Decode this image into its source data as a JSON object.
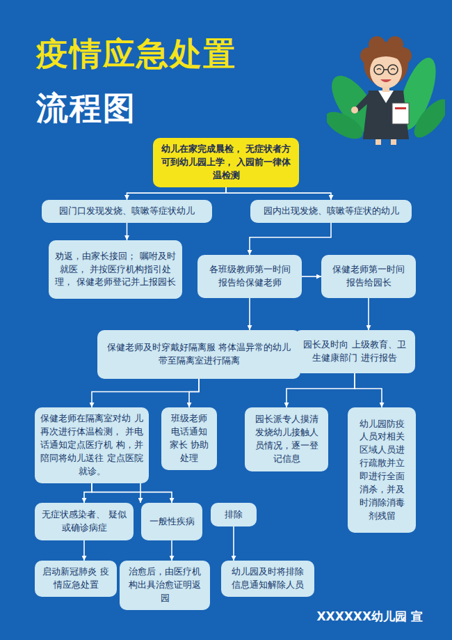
{
  "diagram": {
    "title": "疫情应急处置 流程图",
    "nodes": [
      {
        "text": [
          "幼儿在家完成晨检， 无症状者方可到幼儿园上学， 入园前一律体温检测"
        ]
      },
      {
        "text": [
          "园门口发现发烧、咳嗽等症状幼儿"
        ]
      },
      {
        "text": [
          "园内出现发烧、咳嗽等症状的幼儿"
        ]
      },
      {
        "text": [
          "劝返，由家长接回； 嘱咐及时就医， 并按医疗机构指引处理， 保健老师登记并上报园长"
        ]
      },
      {
        "text": [
          "各班级教师第一时间 报告给保健老师"
        ]
      },
      {
        "text": [
          "保健老师第一时间 报告给园长"
        ]
      },
      {
        "text": [
          "保健老师及时穿戴好隔离服 将体温异常的幼儿带至隔离室进行隔离"
        ]
      },
      {
        "text": [
          "园长及时向 上级教育、卫生健康部门 进行报告"
        ]
      },
      {
        "text": [
          "保健老师在隔离室对幼 儿再次进行体温检测， 并电话通知定点医疗机 构，并陪同将幼儿送往 定点医院就诊。"
        ]
      },
      {
        "text": [
          "班级老师 电话通知家长 协助处理"
        ]
      },
      {
        "text": [
          "园长派专人摸清 发烧幼儿接触人 员情况，逐一登 记信息"
        ]
      },
      {
        "text": [
          "幼儿园防疫 人员对相关 区域人员进 行疏散并立 即进行全面 消杀，并及 时消除消毒 剂残留"
        ]
      },
      {
        "text": [
          "无症状感染者、 疑似或确诊病症"
        ]
      },
      {
        "text": [
          "一般性疾病"
        ]
      },
      {
        "text": [
          "排除"
        ]
      },
      {
        "text": [
          "启动新冠肺炎 疫情应急处置"
        ]
      },
      {
        "text": [
          "治愈后，由医疗机 构出具治愈证明返园"
        ]
      },
      {
        "text": [
          "幼儿园及时将排除 信息通知解除人员"
        ]
      }
    ],
    "edges": [
      {
        "from": 0,
        "to": 1,
        "arrow": "to"
      },
      {
        "from": 0,
        "to": 2,
        "arrow": "to"
      },
      {
        "from": 1,
        "to": 3,
        "arrow": "to"
      },
      {
        "from": 2,
        "to": 4,
        "arrow": "to"
      },
      {
        "from": 4,
        "to": 5,
        "arrow": "to"
      },
      {
        "from": 4,
        "to": 6,
        "arrow": "to"
      },
      {
        "from": 5,
        "to": 7,
        "arrow": "to"
      },
      {
        "from": 6,
        "to": 8,
        "arrow": "to"
      },
      {
        "from": 6,
        "to": 9,
        "arrow": "to"
      },
      {
        "from": 7,
        "to": 10,
        "arrow": "to"
      },
      {
        "from": 7,
        "to": 11,
        "arrow": "to"
      },
      {
        "from": 8,
        "to": 12,
        "arrow": "to"
      },
      {
        "from": 8,
        "to": 13,
        "arrow": "to"
      },
      {
        "from": 8,
        "to": 14,
        "arrow": "to"
      },
      {
        "from": 12,
        "to": 15,
        "arrow": "to"
      },
      {
        "from": 13,
        "to": 16,
        "arrow": "to"
      },
      {
        "from": 14,
        "to": 17,
        "arrow": "to"
      }
    ],
    "labels": [
      "XXXXXX幼儿园 宣"
    ]
  }
}
